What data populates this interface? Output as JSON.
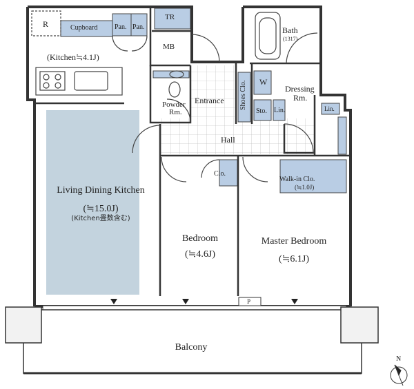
{
  "plan": {
    "rooms": {
      "refrigerator": "R",
      "cupboard": "Cupboard",
      "pantry_1": "Pan.",
      "pantry_2": "Pan.",
      "toilet": "TR",
      "meter_box": "MB",
      "bath": "Bath",
      "bath_size": "(1317)",
      "kitchen": "(Kitchen≒4.1J)",
      "powder_room_1": "Powder",
      "powder_room_2": "Rm.",
      "entrance": "Entrance",
      "shoes_closet": "Shoes Clo.",
      "washer": "W",
      "storage": "Sto.",
      "linen_1": "Lin.",
      "linen_2": "Lin.",
      "dressing_room_1": "Dressing",
      "dressing_room_2": "Rm.",
      "hall": "Hall",
      "closet": "Clo.",
      "walk_in_closet": "Walk-in Clo.",
      "walk_in_closet_size": "(≒1.0J)",
      "living_dining_kitchen": "Living Dining Kitchen",
      "ldk_size": "(≒15.0J)",
      "ldk_note": "(Kitchen畳数含む)",
      "bedroom": "Bedroom",
      "bedroom_size": "(≒4.6J)",
      "master_bedroom": "Master Bedroom",
      "master_bedroom_size": "(≒6.1J)",
      "pipe_space": "P",
      "balcony": "Balcony"
    },
    "compass": {
      "north": "N"
    },
    "colors": {
      "wall": "#333333",
      "ldk_fill": "#c3d3de",
      "storage_fill": "#b9cde4",
      "tile": "#9a9a9a",
      "column_fill": "#f2f2f2"
    }
  }
}
